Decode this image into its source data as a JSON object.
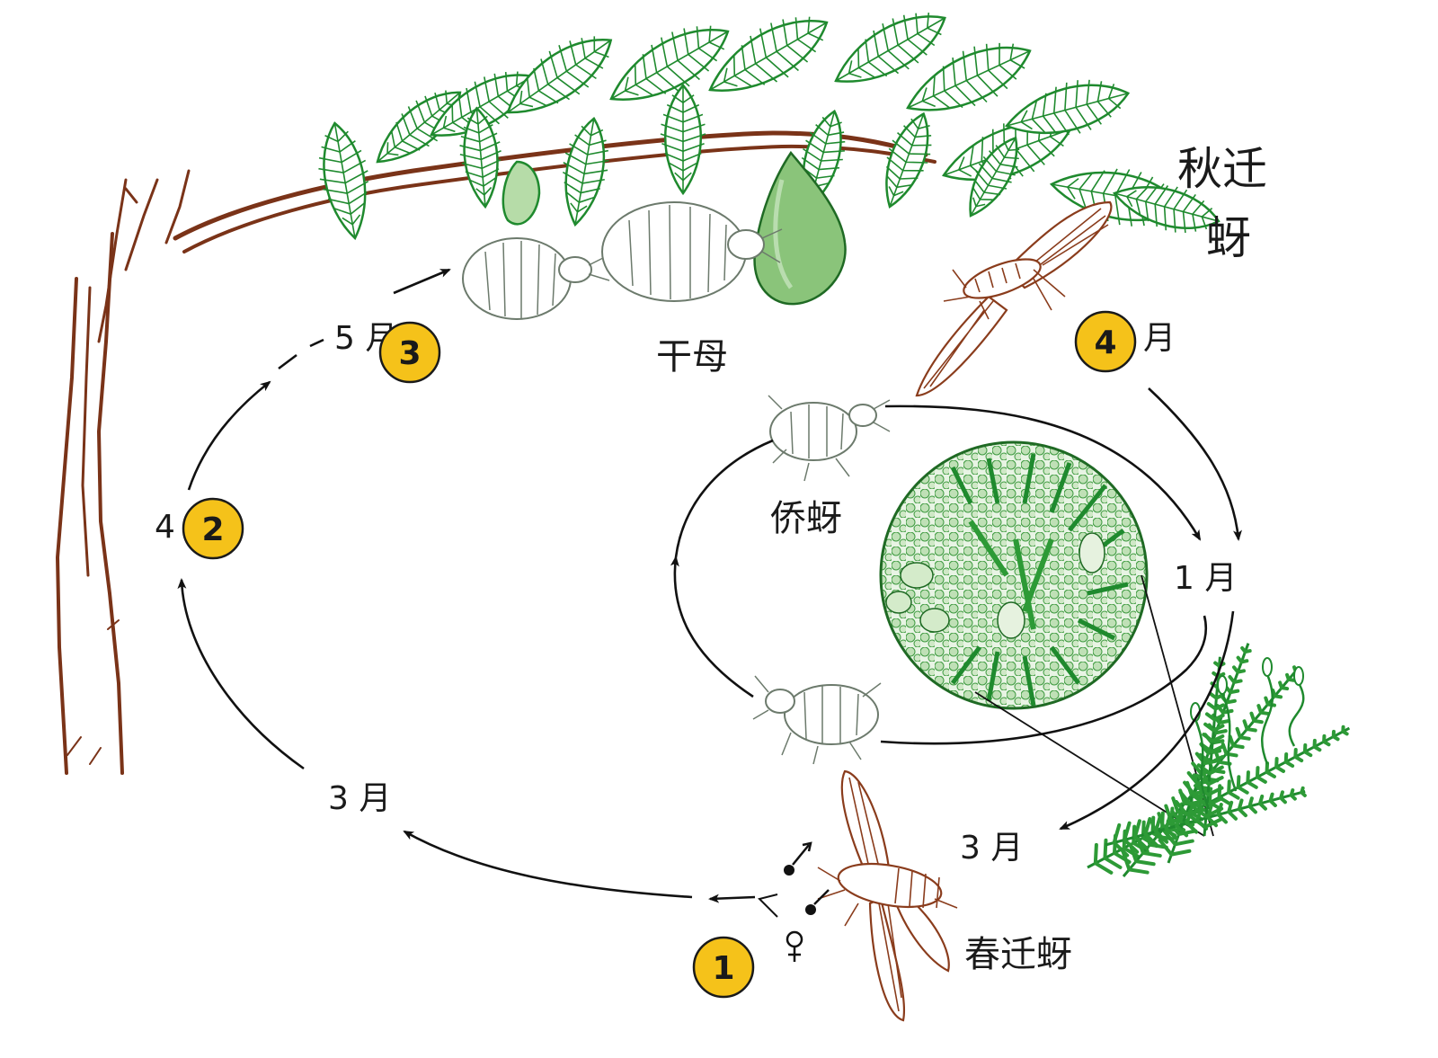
{
  "labels": {
    "autumn_migrant_line1": "秋迁",
    "autumn_migrant_line2": "蚜",
    "fundatrix": "干母",
    "wintering_aphid": "侨蚜",
    "spring_migrant": "春迁蚜",
    "month_5": "5 月",
    "month_4_left": "4",
    "month_4_right": "月",
    "month_3_left": "3 月",
    "month_3_right": "3 月",
    "month_1": "1 月"
  },
  "badges": {
    "b1": "1",
    "b2": "2",
    "b3": "3",
    "b4": "4"
  },
  "colors": {
    "leaf_green": "#1f8a2e",
    "bark_brown": "#7a3318",
    "badge_yellow": "#f5c21a",
    "arrow": "#111111"
  },
  "icons": {
    "male_symbol": "male-icon",
    "female_symbol": "female-icon"
  }
}
